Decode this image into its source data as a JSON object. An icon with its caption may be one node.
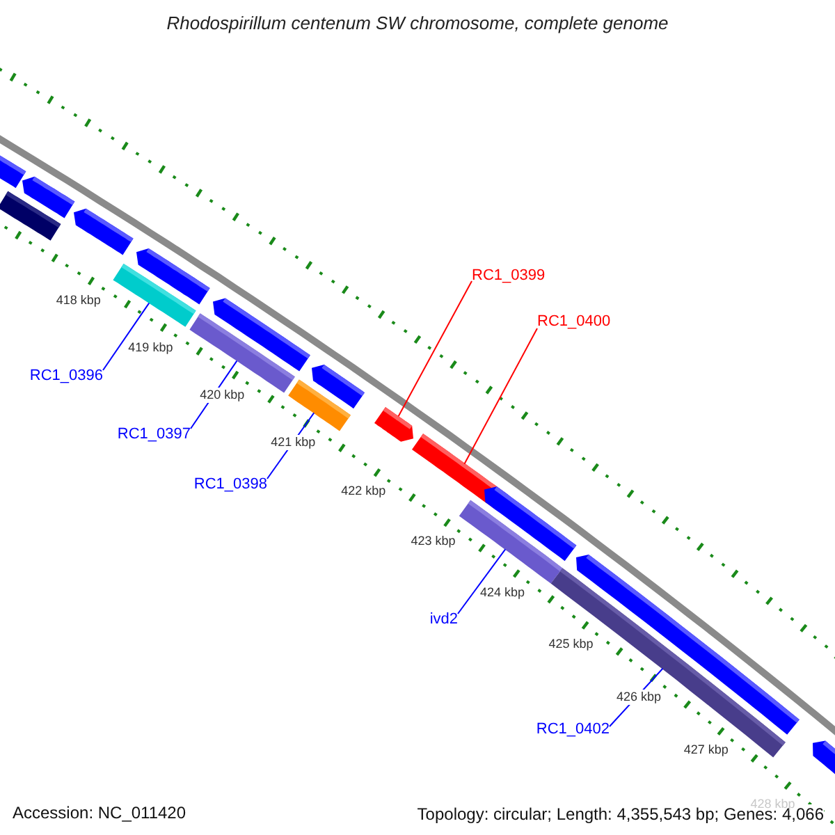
{
  "diagram": {
    "title": "Rhodospirillum centenum SW chromosome, complete genome",
    "nodes": [
      {
        "text": [
          "RC1_0396"
        ]
      },
      {
        "text": [
          "RC1_0397"
        ]
      },
      {
        "text": [
          "RC1_0398"
        ]
      },
      {
        "text": [
          "RC1_0399"
        ]
      },
      {
        "text": [
          "RC1_0400"
        ]
      },
      {
        "text": [
          "ivd2"
        ]
      },
      {
        "text": [
          "RC1_0402"
        ]
      },
      {
        "text": [],
        "shape": "bar"
      },
      {
        "text": [],
        "shape": "bar"
      },
      {
        "text": [],
        "shape": "bar"
      },
      {
        "text": [],
        "shape": "bar"
      },
      {
        "text": [],
        "shape": "bar"
      },
      {
        "text": [],
        "shape": "bar"
      },
      {
        "text": [],
        "shape": "bar"
      }
    ],
    "edges": [
      {
        "from": 0,
        "to": 7,
        "arrow": "none"
      },
      {
        "from": 1,
        "to": 8,
        "arrow": "none"
      },
      {
        "from": 2,
        "to": 9,
        "arrow": "none"
      },
      {
        "from": 3,
        "to": 10,
        "arrow": "none",
        "color": "#ff0000"
      },
      {
        "from": 4,
        "to": 11,
        "arrow": "none",
        "color": "#ff0000"
      },
      {
        "from": 5,
        "to": 12,
        "arrow": "none"
      },
      {
        "from": 6,
        "to": 13,
        "arrow": "none"
      }
    ],
    "labels": [
      "418 kbp",
      "419 kbp",
      "420 kbp",
      "421 kbp",
      "422 kbp",
      "423 kbp",
      "424 kbp",
      "425 kbp",
      "426 kbp",
      "427 kbp",
      "428 kbp",
      "Accession: NC_011420",
      "Topology: circular; Length: 4,355,543 bp; Genes: 4,066"
    ]
  }
}
